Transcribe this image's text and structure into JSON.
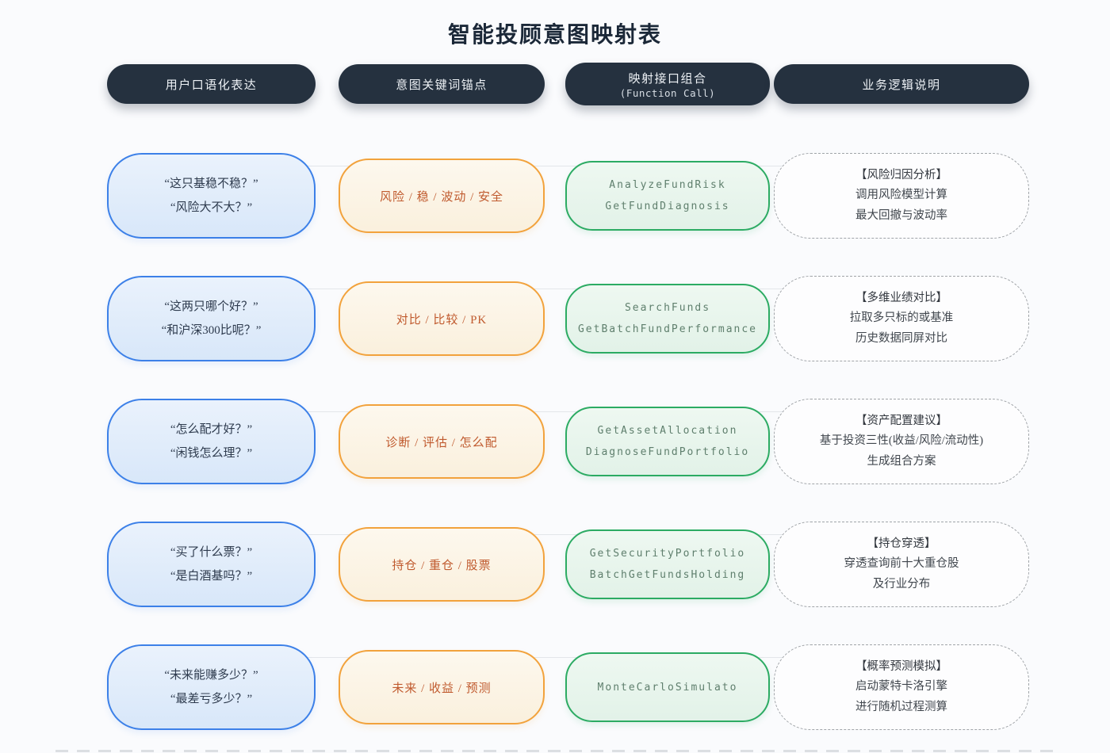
{
  "title": "智能投顾意图映射表",
  "colors": {
    "header_pill": "#25313f",
    "user_border": "#3c80e8",
    "keyword_border": "#f2a23c",
    "keyword_text": "#c05a2e",
    "function_border": "#2cab63",
    "function_text": "#5f7f6d",
    "logic_border": "#a0a4a8",
    "background": "#fafbfd"
  },
  "headers": [
    {
      "label": "用户口语化表达"
    },
    {
      "label": "意图关键词锚点"
    },
    {
      "label": "映射接口组合",
      "sublabel": "(Function Call)"
    },
    {
      "label": "业务逻辑说明"
    }
  ],
  "rows": [
    {
      "user": {
        "line1": "“这只基稳不稳？”",
        "line2": "“风险大不大？”"
      },
      "keywords": "风险 / 稳 / 波动 / 安全",
      "functions": {
        "line1": "AnalyzeFundRisk",
        "line2": "GetFundDiagnosis"
      },
      "logic": {
        "line1": "【风险归因分析】",
        "line2": "调用风险模型计算",
        "line3": "最大回撤与波动率"
      }
    },
    {
      "user": {
        "line1": "“这两只哪个好？”",
        "line2": "“和沪深300比呢？”"
      },
      "keywords": "对比 / 比较 / PK",
      "functions": {
        "line1": "SearchFunds",
        "line2": "GetBatchFundPerformance"
      },
      "logic": {
        "line1": "【多维业绩对比】",
        "line2": "拉取多只标的或基准",
        "line3": "历史数据同屏对比"
      }
    },
    {
      "user": {
        "line1": "“怎么配才好？”",
        "line2": "“闲钱怎么理？”"
      },
      "keywords": "诊断 / 评估 / 怎么配",
      "functions": {
        "line1": "GetAssetAllocation",
        "line2": "DiagnoseFundPortfolio"
      },
      "logic": {
        "line1": "【资产配置建议】",
        "line2": "基于投资三性(收益/风险/流动性)",
        "line3": "生成组合方案"
      }
    },
    {
      "user": {
        "line1": "“买了什么票？”",
        "line2": "“是白酒基吗？”"
      },
      "keywords": "持仓 / 重仓 / 股票",
      "functions": {
        "line1": "GetSecurityPortfolio",
        "line2": "BatchGetFundsHolding"
      },
      "logic": {
        "line1": "【持仓穿透】",
        "line2": "穿透查询前十大重仓股",
        "line3": "及行业分布"
      }
    },
    {
      "user": {
        "line1": "“未来能赚多少？”",
        "line2": "“最差亏多少？”"
      },
      "keywords": "未来 / 收益 / 预测",
      "functions": {
        "line1": "MonteCarloSimulato"
      },
      "logic": {
        "line1": "【概率预测模拟】",
        "line2": "启动蒙特卡洛引擎",
        "line3": "进行随机过程测算"
      }
    }
  ]
}
